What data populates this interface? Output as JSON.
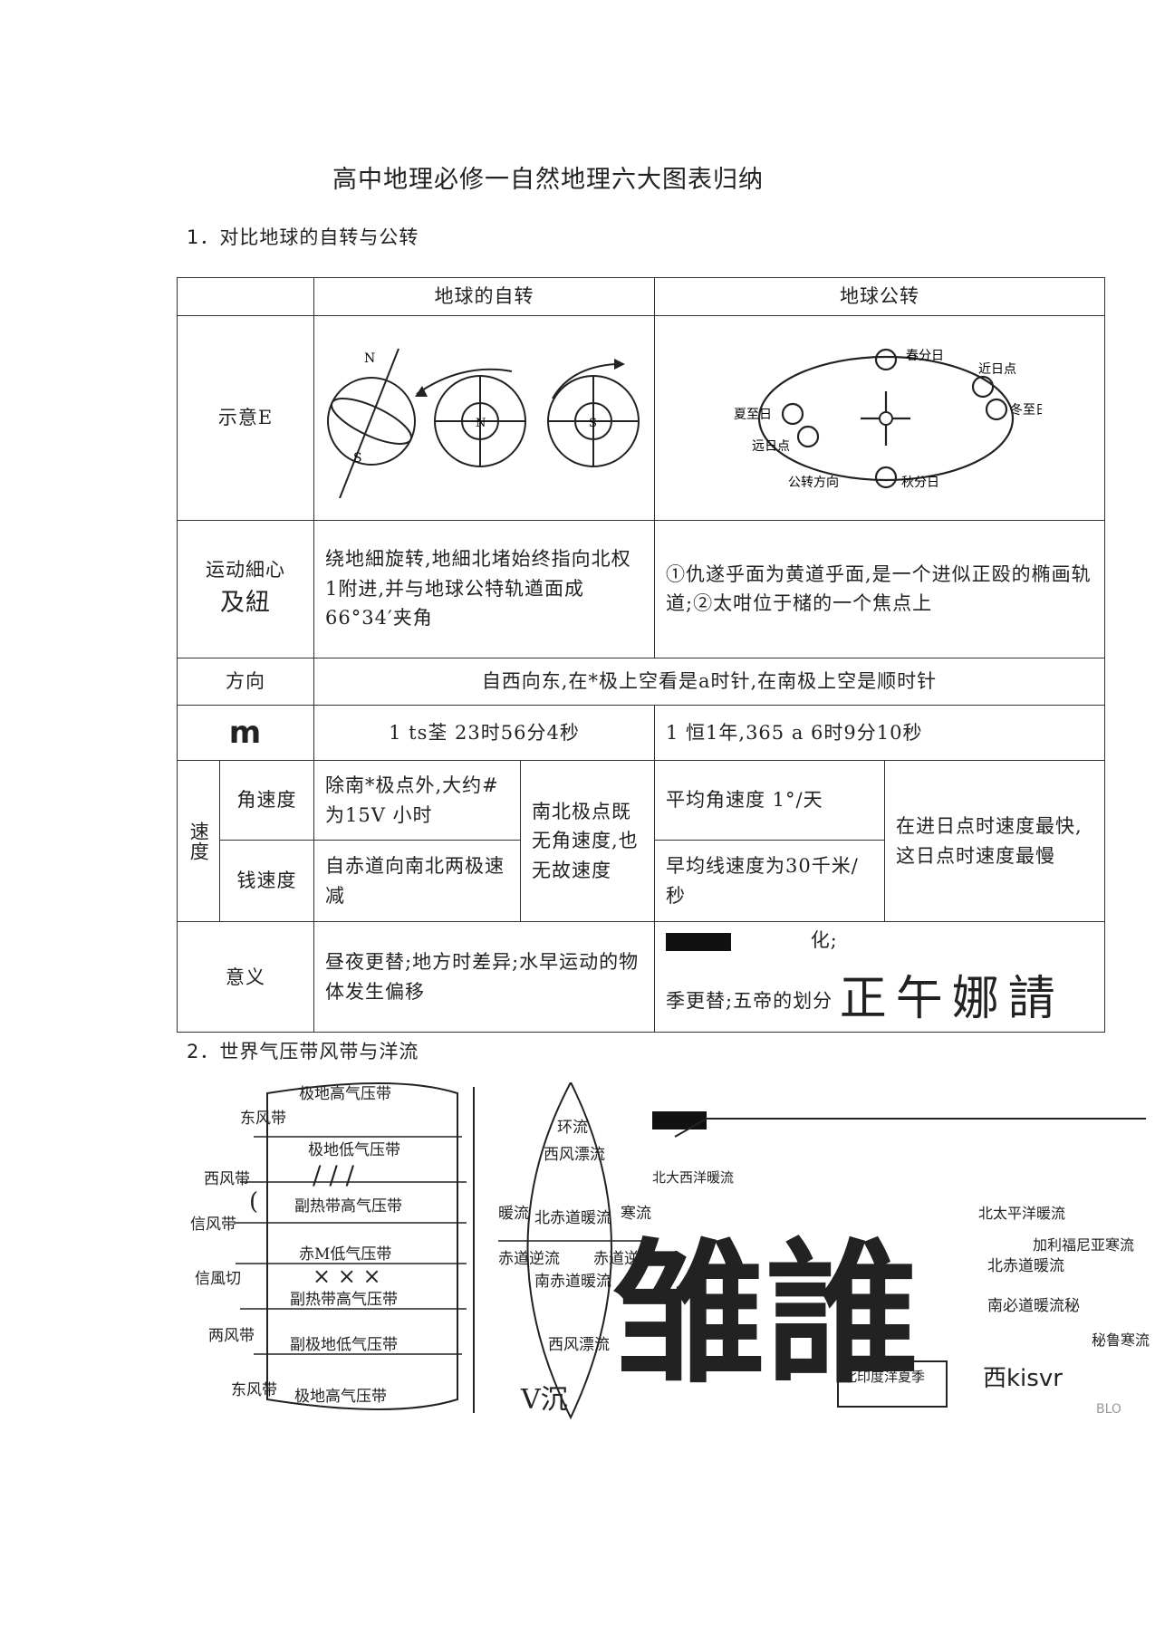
{
  "page_title": "高中地理必修一自然地理六大图表归纳",
  "section1": "1．对比地球的自转与公转",
  "section2": "2．世界气压带风带与洋流",
  "table": {
    "headers": [
      "地球的自转",
      "地球公转"
    ],
    "rows": {
      "diagram_label": "示意E",
      "axis_label": "运动細心",
      "axis_label2": "及紐",
      "rotation_axis": "绕地細旋转,地細北堵始终指向北权1附进,并与地球公特轨遒面成66°34′夹角",
      "revolution_axis": "①仇遂乎面为黄道乎面,是一个进似正殴的椭画轨道;②太咁位于槠的一个焦点上",
      "direction_label": "方向",
      "direction": "自西向东,在*极上空看是a时针,在南极上空是顺时针",
      "period_label": "m",
      "period_rot": "1 ts荃  23时56分4秒",
      "period_rev": "1 恒1年,365 a 6时9分10秒",
      "speed_label": "速度",
      "angular_label": "角速度",
      "angular_rot": "除南*极点外,大约#为15V 小时",
      "pole_note": "南北极点既无角速度,也无故速度",
      "angular_rev": "平均角速度 1°/天",
      "perihelion_note": "在进日点时速度最快,这日点时速度最慢",
      "linear_label": "钱速度",
      "linear_rot": "自赤道向南北两极速减",
      "linear_rev": "早均线速度为30千米/秒",
      "meaning_label": "意义",
      "meaning_rot": "昼夜更替;地方时差异;水早运动的物体发生偏移",
      "meaning_rev_1": "化;",
      "meaning_rev_2": "季更替;五帝的划分",
      "meaning_rev_hand": "正午娜請"
    }
  },
  "fig1_labels": {
    "rot_N": "N",
    "rot_S": "S",
    "spring": "春分日",
    "perihelion": "近日点",
    "winter": "冬至日",
    "summer": "夏至日",
    "aphelion": "远日点",
    "autumn": "秋分日",
    "direction": "公转方向",
    "N": "N",
    "S": "S"
  },
  "fig2": {
    "belts": [
      "极地高气压带",
      "极地低气压带",
      "副热带高气压带",
      "赤M低气压带",
      "副热带高气压带",
      "副极地低气压带",
      "极地高气压带"
    ],
    "winds": [
      "东风带",
      "西风带",
      "信风带",
      "信風切",
      "两风带",
      "东风带"
    ],
    "left_marks": [
      "(",
      "/ / /",
      "× × ×"
    ],
    "currents": [
      "环流",
      "西风漂流",
      "暖流",
      "寒流",
      "北赤道暖流",
      "赤道逆流",
      "赤道逆流",
      "南赤道暖流",
      "西风漂流",
      "V沉"
    ],
    "right_labels": [
      "北大西洋暖流",
      "北太平洋暖流",
      "加利福尼亚寒流",
      "北赤道暖流",
      "南必道暖流秘",
      "秘鲁寒流",
      "北印度洋夏季"
    ],
    "big_char": "雏誰",
    "footer_text": "西kisvr",
    "stamp": "BLO"
  }
}
